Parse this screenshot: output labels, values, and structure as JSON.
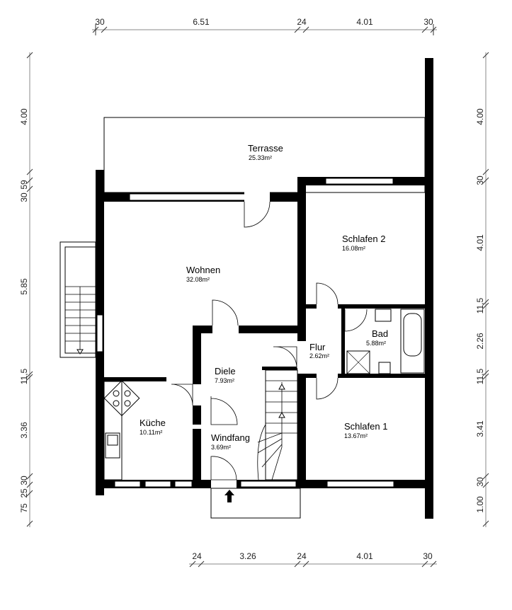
{
  "dimensions": {
    "top": [
      "30",
      "6.51",
      "24",
      "4.01",
      "30"
    ],
    "bottom": [
      "24",
      "3.26",
      "24",
      "4.01",
      "30"
    ],
    "left": [
      "4.00",
      "30",
      "59",
      "5.85",
      "11,5",
      "3.36",
      "30",
      "25",
      "75"
    ],
    "right": [
      "4.00",
      "30",
      "4.01",
      "11,5",
      "2.26",
      "11,5",
      "3.41",
      "30",
      "1.00"
    ]
  },
  "rooms": [
    {
      "name": "Terrasse",
      "area": "25.33m²"
    },
    {
      "name": "Wohnen",
      "area": "32.08m²"
    },
    {
      "name": "Schlafen 2",
      "area": "16.08m²"
    },
    {
      "name": "Flur",
      "area": "2.62m²"
    },
    {
      "name": "Bad",
      "area": "5.88m²"
    },
    {
      "name": "Diele",
      "area": "7.93m²"
    },
    {
      "name": "Küche",
      "area": "10.11m²"
    },
    {
      "name": "Windfang",
      "area": "3.69m²"
    },
    {
      "name": "Schlafen 1",
      "area": "13.67m²"
    }
  ]
}
